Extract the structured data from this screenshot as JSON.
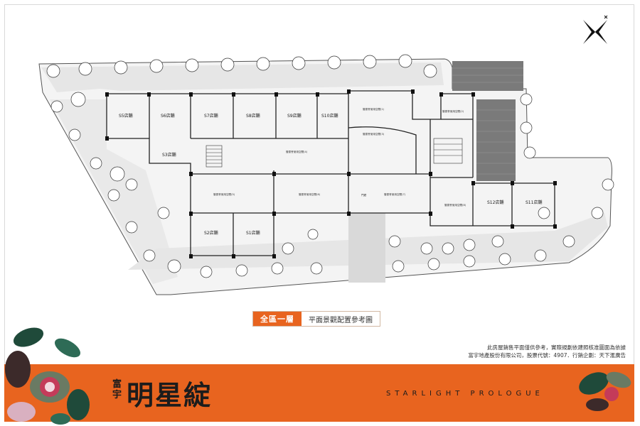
{
  "plan": {
    "north_icon": "compass-north-icon",
    "shops": [
      {
        "id": "s5",
        "label": "S5店舖"
      },
      {
        "id": "s6",
        "label": "S6店舖"
      },
      {
        "id": "s7",
        "label": "S7店舖"
      },
      {
        "id": "s8",
        "label": "S8店舖"
      },
      {
        "id": "s9",
        "label": "S9店舖"
      },
      {
        "id": "s10",
        "label": "S10店舖"
      },
      {
        "id": "s3",
        "label": "S3店舖"
      },
      {
        "id": "s2",
        "label": "S2店舖"
      },
      {
        "id": "s1",
        "label": "S1店舖"
      },
      {
        "id": "s12",
        "label": "S12店舖"
      },
      {
        "id": "s11",
        "label": "S11店舖"
      }
    ],
    "common_areas": [
      {
        "id": "c1",
        "label": "管委會使用空間(1)"
      },
      {
        "id": "c2",
        "label": "管委會使用空間(2)"
      },
      {
        "id": "c3",
        "label": "管委會使用空間(3)"
      },
      {
        "id": "c4",
        "label": "管委會使用空間(4)"
      },
      {
        "id": "c5",
        "label": "管委會使用空間(5)"
      },
      {
        "id": "c6",
        "label": "管委會使用空間(6)"
      },
      {
        "id": "c7",
        "label": "管委會使用空間(7)"
      },
      {
        "id": "c8",
        "label": "管委會使用空間(8)"
      },
      {
        "id": "lobby",
        "label": "門廳"
      }
    ]
  },
  "legend": {
    "title": "全區一層",
    "subtitle": "平面景觀配置參考圖"
  },
  "disclaimer": {
    "line1": "此房屋銷售平面僅供參考，實際規劃依建照核准圖面為依據",
    "line2": "富宇地產股份有限公司，股票代號：4907．行銷企劃：天下滙廣告"
  },
  "brand": {
    "company": "富宇",
    "name": "明星綻",
    "english": "STARLIGHT PROLOGUE"
  },
  "colors": {
    "accent": "#e8641f",
    "line": "#333333"
  }
}
